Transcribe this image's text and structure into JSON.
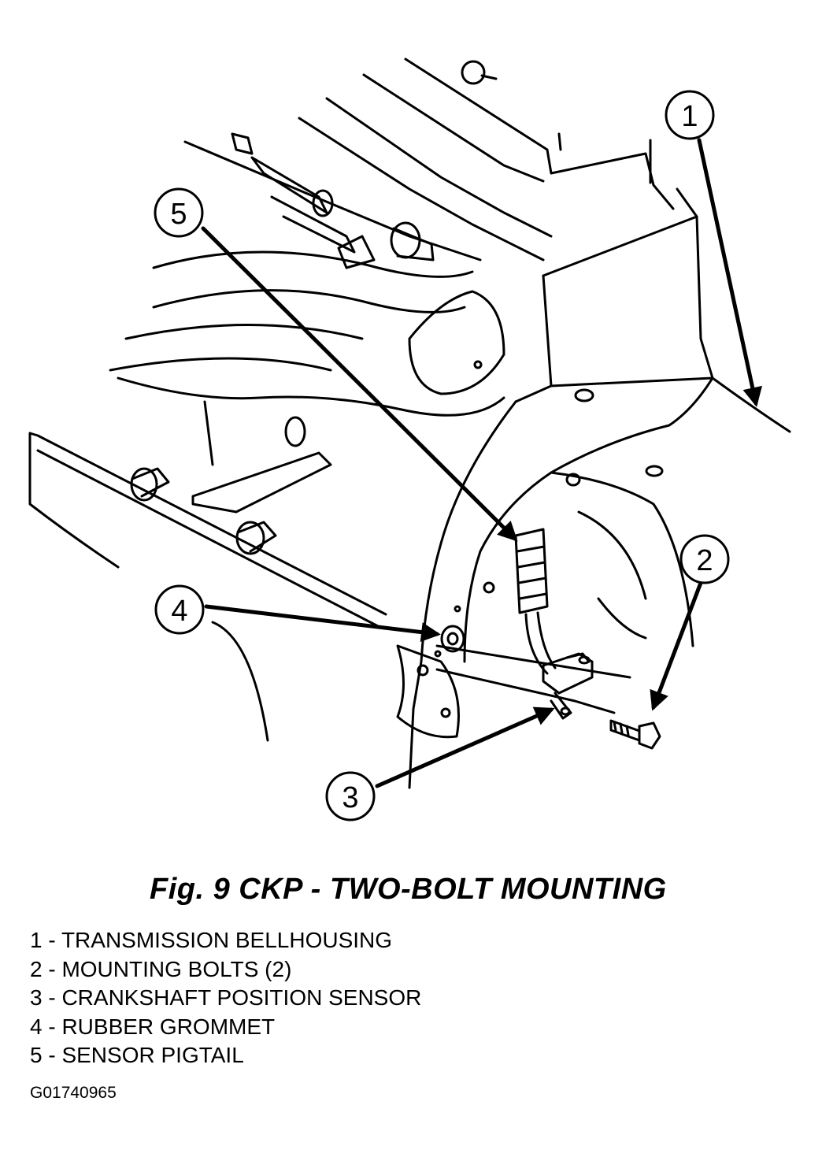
{
  "caption": "Fig. 9 CKP - TWO-BOLT MOUNTING",
  "callouts": [
    {
      "number": "1"
    },
    {
      "number": "2"
    },
    {
      "number": "3"
    },
    {
      "number": "4"
    },
    {
      "number": "5"
    }
  ],
  "legend": [
    {
      "text": "1 - TRANSMISSION BELLHOUSING"
    },
    {
      "text": "2 - MOUNTING BOLTS (2)"
    },
    {
      "text": "3 - CRANKSHAFT POSITION SENSOR"
    },
    {
      "text": "4 - RUBBER GROMMET"
    },
    {
      "text": "5 - SENSOR PIGTAIL"
    }
  ],
  "figure_id": "G01740965",
  "colors": {
    "ink": "#000000",
    "paper": "#ffffff"
  }
}
